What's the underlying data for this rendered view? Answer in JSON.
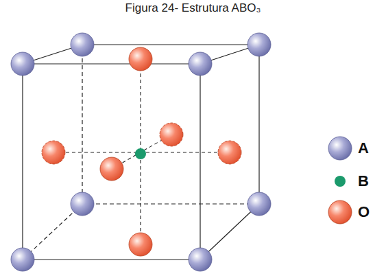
{
  "diagram": {
    "title": "Figura 24- Estrutura ABO₃",
    "legend": [
      {
        "text": "A"
      },
      {
        "text": "B"
      },
      {
        "text": "O"
      }
    ]
  }
}
